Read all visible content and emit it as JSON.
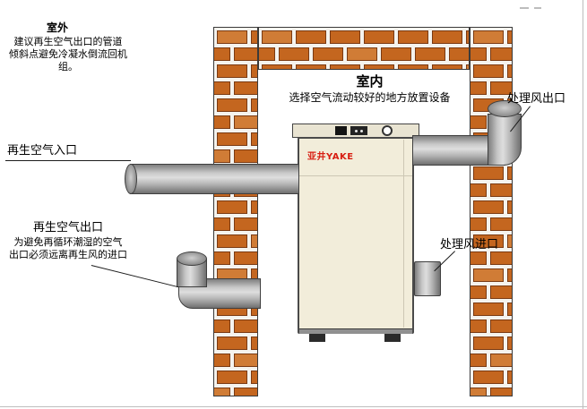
{
  "colors": {
    "brick": "#c4661f",
    "brick_light": "#d07c36",
    "brick_outline": "#7a3a12",
    "mortar": "#f5f3ee",
    "machine_body": "#f2edda",
    "machine_lid": "#e9e4d2",
    "logo_red": "#d81e12"
  },
  "labels": {
    "outdoor": {
      "title": "室外",
      "note1": "建议再生空气出口的管道",
      "note2": "倾斜点避免冷凝水倒流回机组。"
    },
    "indoor": {
      "title": "室内",
      "note": "选择空气流动较好的地方放置设备"
    },
    "process_air_outlet": "处理风出口",
    "process_air_inlet": "处理风进口",
    "regen_air_inlet": "再生空气入口",
    "regen_outlet": {
      "title": "再生空气出口",
      "note1": "为避免再循环潮湿的空气",
      "note2": "出口必须远离再生风的进口"
    }
  },
  "machine": {
    "brand": "亚井YAKE"
  }
}
